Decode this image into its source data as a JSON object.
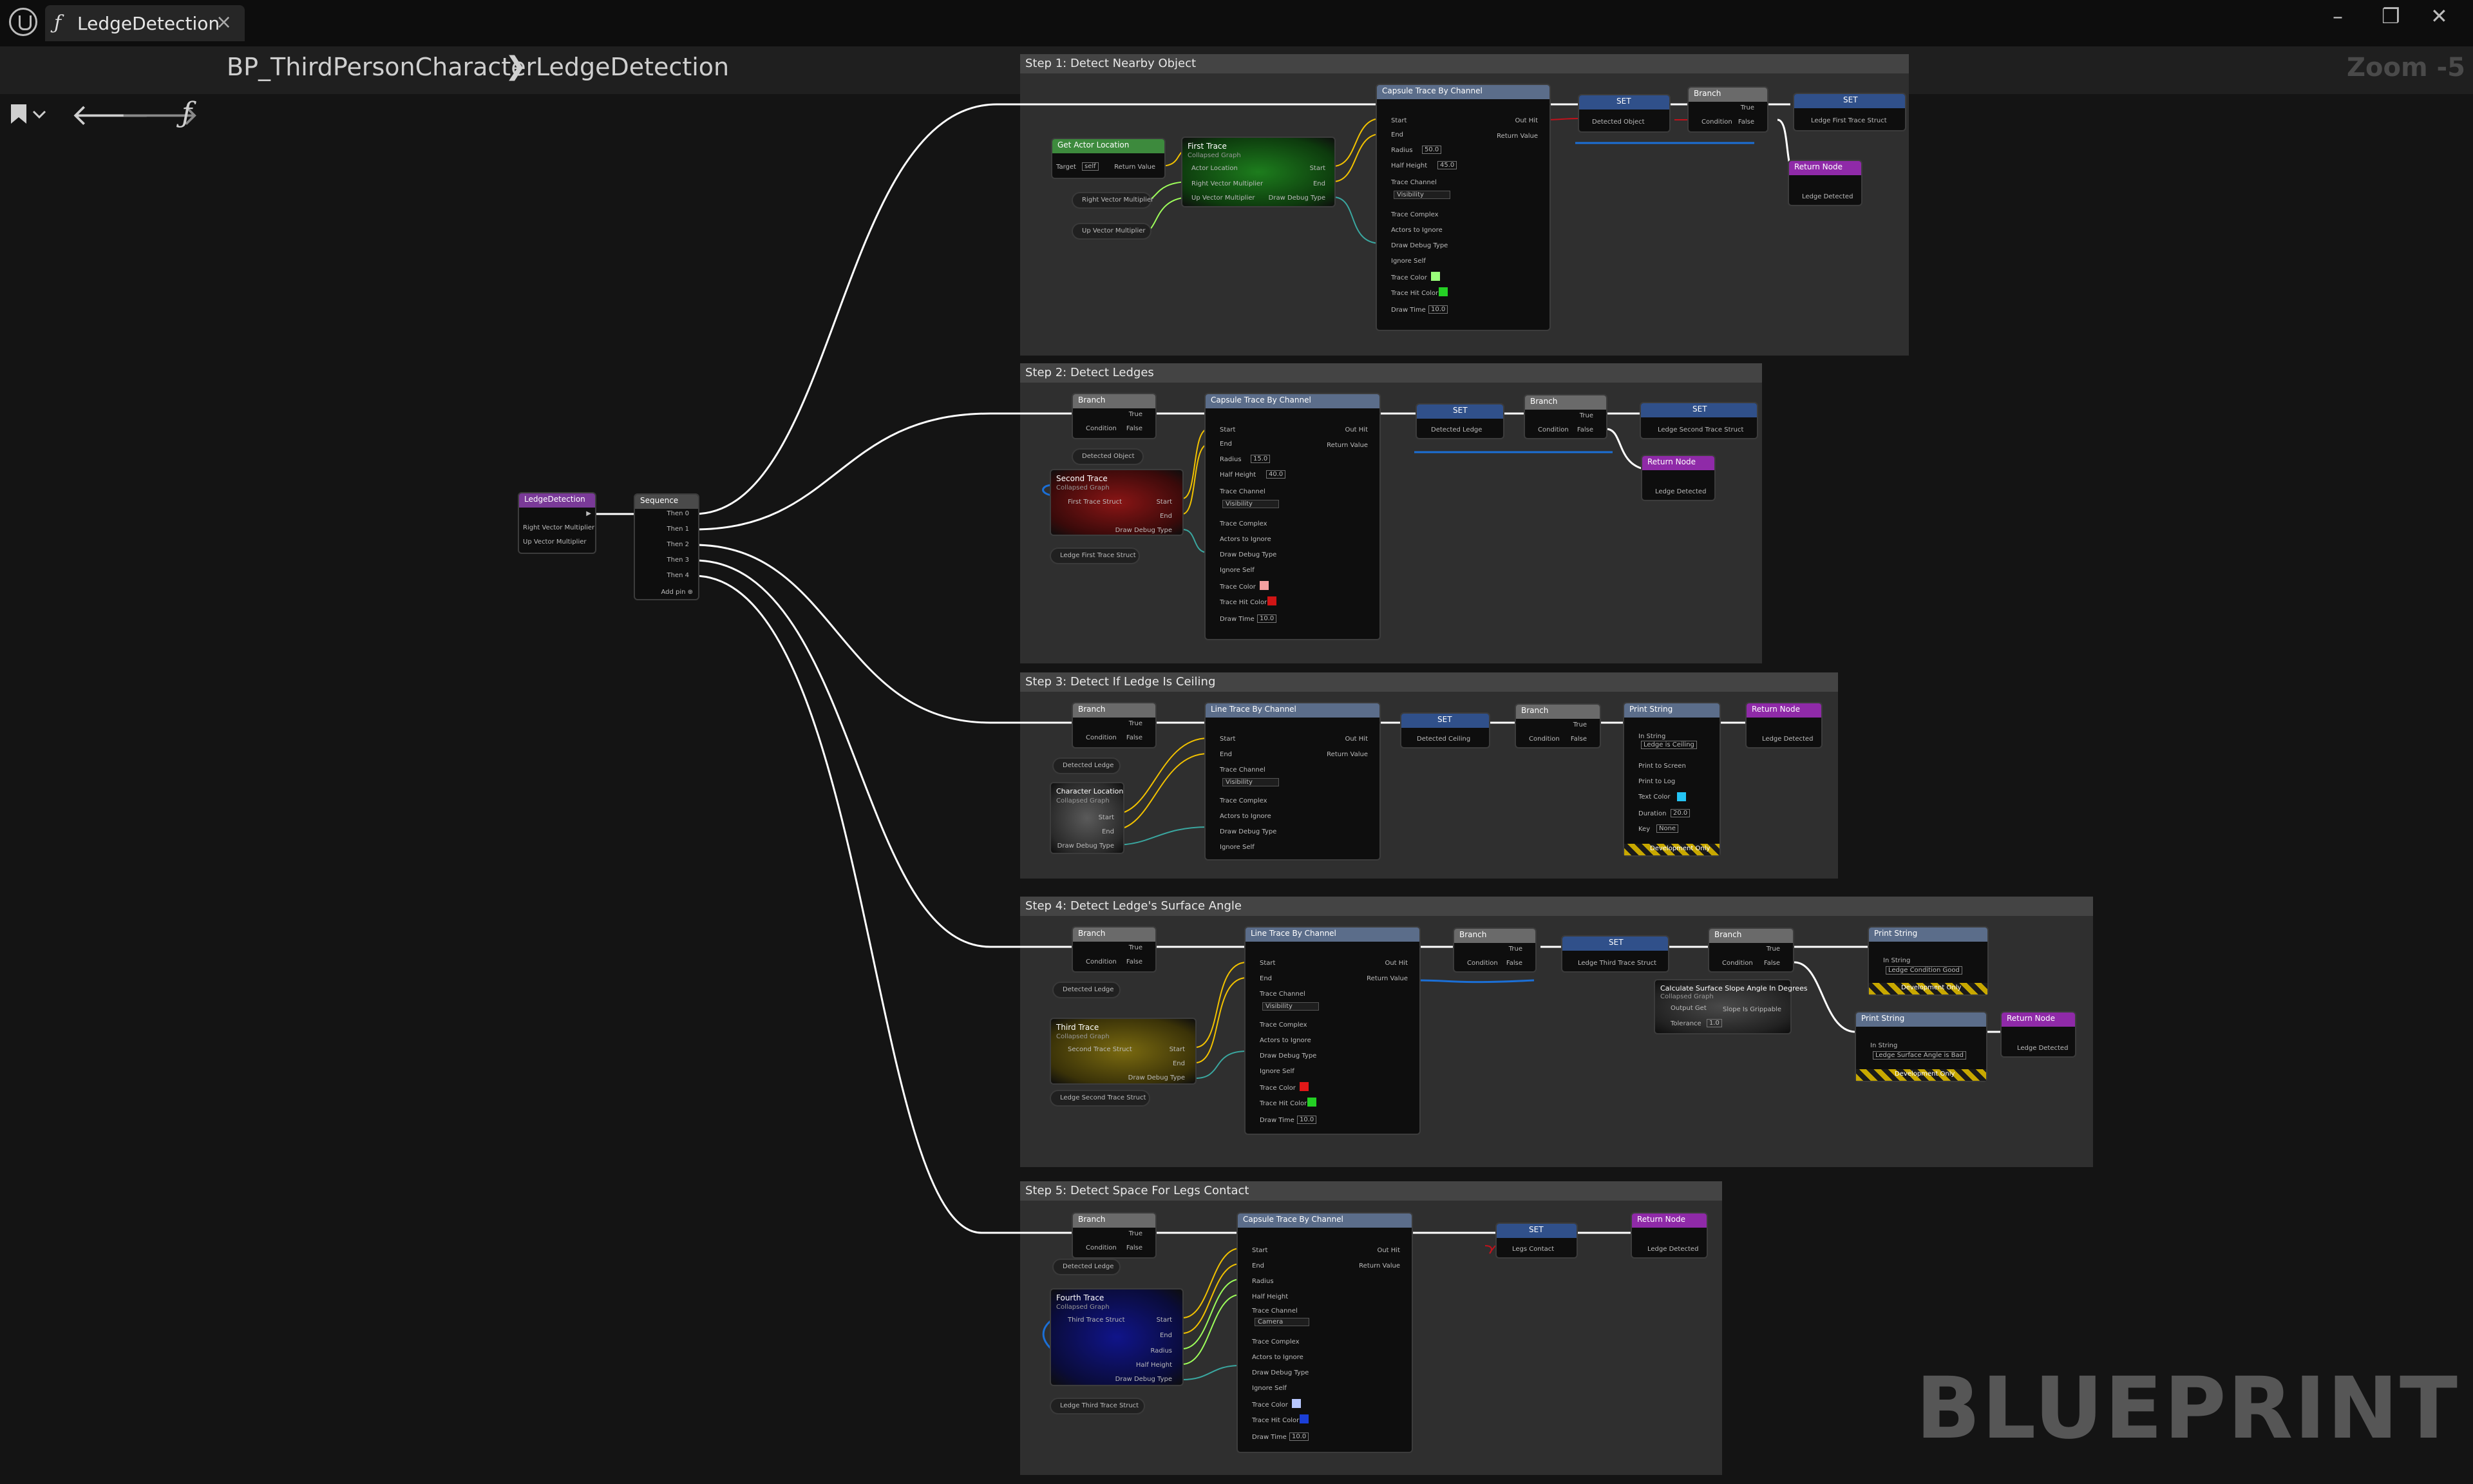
{
  "window": {
    "tab_title": "LedgeDetection",
    "fx_glyph": "ƒ",
    "close_glyph": "×",
    "min_glyph": "–",
    "max_glyph": "❐",
    "exit_glyph": "✕"
  },
  "toolbar": {
    "breadcrumb_root": "BP_ThirdPersonCharacter",
    "breadcrumb_current": "LedgeDetection",
    "separator": "❯",
    "zoom": "Zoom -5",
    "back": "🡐",
    "forward": "🡒",
    "fx": "ƒ"
  },
  "graph": {
    "watermark": "BLUEPRINT"
  },
  "comments": [
    "Step 1: Detect Nearby Object",
    "Step 2: Detect Ledges",
    "Step 3: Detect If Ledge Is Ceiling",
    "Step 4: Detect Ledge's Surface Angle",
    "Step 5: Detect Space For Legs Contact"
  ],
  "entry": {
    "title": "LedgeDetection",
    "pins": [
      "Right Vector Multiplier",
      "Up Vector Multiplier"
    ]
  },
  "sequence": {
    "title": "Sequence",
    "pins": [
      "Then 0",
      "Then 1",
      "Then 2",
      "Then 3",
      "Then 4"
    ],
    "add_pin": "Add pin ⊕"
  },
  "step1": {
    "get_actor": {
      "title": "Get Actor Location",
      "target": "Target",
      "target_val": "self",
      "ret": "Return Value"
    },
    "right_var": "Right Vector Multiplier",
    "up_var": "Up Vector Multiplier",
    "first_trace": {
      "title": "First Trace",
      "sub": "Collapsed Graph",
      "pins": [
        "Actor Location",
        "Right Vector Multiplier",
        "Up Vector Multiplier"
      ],
      "outs": [
        "Start",
        "End",
        "Draw Debug Type"
      ]
    },
    "capsule": {
      "title": "Capsule Trace By Channel",
      "pins": [
        "Start",
        "End",
        "Radius",
        "Half Height",
        "Trace Channel",
        "Trace Complex",
        "Actors to Ignore",
        "Draw Debug Type",
        "Ignore Self",
        "Trace Color",
        "Trace Hit Color",
        "Draw Time"
      ],
      "vals": {
        "radius": "50.0",
        "half_height": "45.0",
        "channel": "Visibility",
        "draw_time": "10.0"
      },
      "outs": [
        "Out Hit",
        "Return Value"
      ]
    },
    "set1": {
      "title": "SET",
      "pin": "Detected Object"
    },
    "branch": {
      "title": "Branch",
      "cond": "Condition",
      "t": "True",
      "f": "False"
    },
    "set2": {
      "title": "SET",
      "pin": "Ledge First Trace Struct"
    },
    "ret": {
      "title": "Return Node",
      "pin": "Ledge Detected"
    }
  },
  "step2": {
    "branch1": {
      "title": "Branch",
      "cond": "Condition",
      "t": "True",
      "f": "False"
    },
    "detected_obj": "Detected Object",
    "second_trace": {
      "title": "Second Trace",
      "sub": "Collapsed Graph",
      "pin": "First Trace Struct",
      "outs": [
        "Start",
        "End",
        "Draw Debug Type"
      ]
    },
    "first_struct": "Ledge First Trace Struct",
    "capsule": {
      "title": "Capsule Trace By Channel",
      "pins": [
        "Start",
        "End",
        "Radius",
        "Half Height",
        "Trace Channel",
        "Trace Complex",
        "Actors to Ignore",
        "Draw Debug Type",
        "Ignore Self",
        "Trace Color",
        "Trace Hit Color",
        "Draw Time"
      ],
      "vals": {
        "radius": "15.0",
        "half_height": "40.0",
        "channel": "Visibility",
        "draw_time": "10.0"
      },
      "outs": [
        "Out Hit",
        "Return Value"
      ]
    },
    "set1": {
      "title": "SET",
      "pin": "Detected Ledge"
    },
    "branch2": {
      "title": "Branch",
      "cond": "Condition",
      "t": "True",
      "f": "False"
    },
    "set2": {
      "title": "SET",
      "pin": "Ledge Second Trace Struct"
    },
    "ret": {
      "title": "Return Node",
      "pin": "Ledge Detected"
    }
  },
  "step3": {
    "branch1": {
      "title": "Branch",
      "cond": "Condition",
      "t": "True",
      "f": "False"
    },
    "detected": "Detected Ledge",
    "char_loc": {
      "title": "Character Location",
      "sub": "Collapsed Graph",
      "outs": [
        "Start",
        "End",
        "Draw Debug Type"
      ]
    },
    "line": {
      "title": "Line Trace By Channel",
      "pins": [
        "Start",
        "End",
        "Trace Channel",
        "Trace Complex",
        "Actors to Ignore",
        "Draw Debug Type",
        "Ignore Self"
      ],
      "vals": {
        "channel": "Visibility"
      },
      "outs": [
        "Out Hit",
        "Return Value"
      ]
    },
    "set1": {
      "title": "SET",
      "pin": "Detected Ceiling"
    },
    "branch2": {
      "title": "Branch",
      "cond": "Condition",
      "t": "True",
      "f": "False"
    },
    "print": {
      "title": "Print String",
      "pins": [
        "In String",
        "Print to Screen",
        "Print to Log",
        "Text Color",
        "Duration",
        "Key"
      ],
      "vals": {
        "str": "Ledge is Ceiling",
        "duration": "20.0",
        "key": "None"
      },
      "dev": "Development Only"
    },
    "ret": {
      "title": "Return Node",
      "pin": "Ledge Detected"
    }
  },
  "step4": {
    "branch1": {
      "title": "Branch",
      "cond": "Condition",
      "t": "True",
      "f": "False"
    },
    "detected": "Detected Ledge",
    "third_trace": {
      "title": "Third Trace",
      "sub": "Collapsed Graph",
      "pin": "Second Trace Struct",
      "outs": [
        "Start",
        "End",
        "Draw Debug Type"
      ]
    },
    "second_struct": "Ledge Second Trace Struct",
    "line": {
      "title": "Line Trace By Channel",
      "pins": [
        "Start",
        "End",
        "Trace Channel",
        "Trace Complex",
        "Actors to Ignore",
        "Draw Debug Type",
        "Ignore Self",
        "Trace Color",
        "Trace Hit Color",
        "Draw Time"
      ],
      "vals": {
        "channel": "Visibility",
        "draw_time": "10.0"
      },
      "outs": [
        "Out Hit",
        "Return Value"
      ]
    },
    "branch2": {
      "title": "Branch",
      "cond": "Condition",
      "t": "True",
      "f": "False"
    },
    "set1": {
      "title": "SET",
      "pin": "Ledge Third Trace Struct"
    },
    "calc": {
      "title": "Calculate Surface Slope Angle In Degrees",
      "sub": "Collapsed Graph",
      "pins": [
        "Output Get",
        "Tolerance"
      ],
      "out": "Slope Is Grippable",
      "tol": "1.0"
    },
    "branch3": {
      "title": "Branch",
      "cond": "Condition",
      "t": "True",
      "f": "False"
    },
    "print1": {
      "title": "Print String",
      "pin": "In String",
      "str": "Ledge Condition Good",
      "dev": "Development Only"
    },
    "print2": {
      "title": "Print String",
      "pin": "In String",
      "str": "Ledge Surface Angle is Bad",
      "dev": "Development Only"
    },
    "ret": {
      "title": "Return Node",
      "pin": "Ledge Detected"
    }
  },
  "step5": {
    "branch1": {
      "title": "Branch",
      "cond": "Condition",
      "t": "True",
      "f": "False"
    },
    "detected": "Detected Ledge",
    "fourth_trace": {
      "title": "Fourth Trace",
      "sub": "Collapsed Graph",
      "pin": "Third Trace Struct",
      "outs": [
        "Start",
        "End",
        "Radius",
        "Half Height",
        "Draw Debug Type"
      ]
    },
    "third_struct": "Ledge Third Trace Struct",
    "capsule": {
      "title": "Capsule Trace By Channel",
      "pins": [
        "Start",
        "End",
        "Radius",
        "Half Height",
        "Trace Channel",
        "Trace Complex",
        "Actors to Ignore",
        "Draw Debug Type",
        "Ignore Self",
        "Trace Color",
        "Trace Hit Color",
        "Draw Time"
      ],
      "vals": {
        "channel": "Camera",
        "draw_time": "10.0"
      },
      "outs": [
        "Out Hit",
        "Return Value"
      ]
    },
    "set1": {
      "title": "SET",
      "pin": "Legs Contact"
    },
    "ret": {
      "title": "Return Node",
      "pin": "Ledge Detected"
    }
  },
  "colors": {
    "exec": "#ffffff",
    "vector": "#f2c200",
    "struct": "#1b6fd6",
    "bool": "#c1121c",
    "object": "#3fb3ff",
    "float": "#9dff5a",
    "function_header": "#5b6d8a",
    "return_header": "#8f2aa8",
    "branch_header": "#6a6a6a",
    "var_header": "#30508a"
  }
}
